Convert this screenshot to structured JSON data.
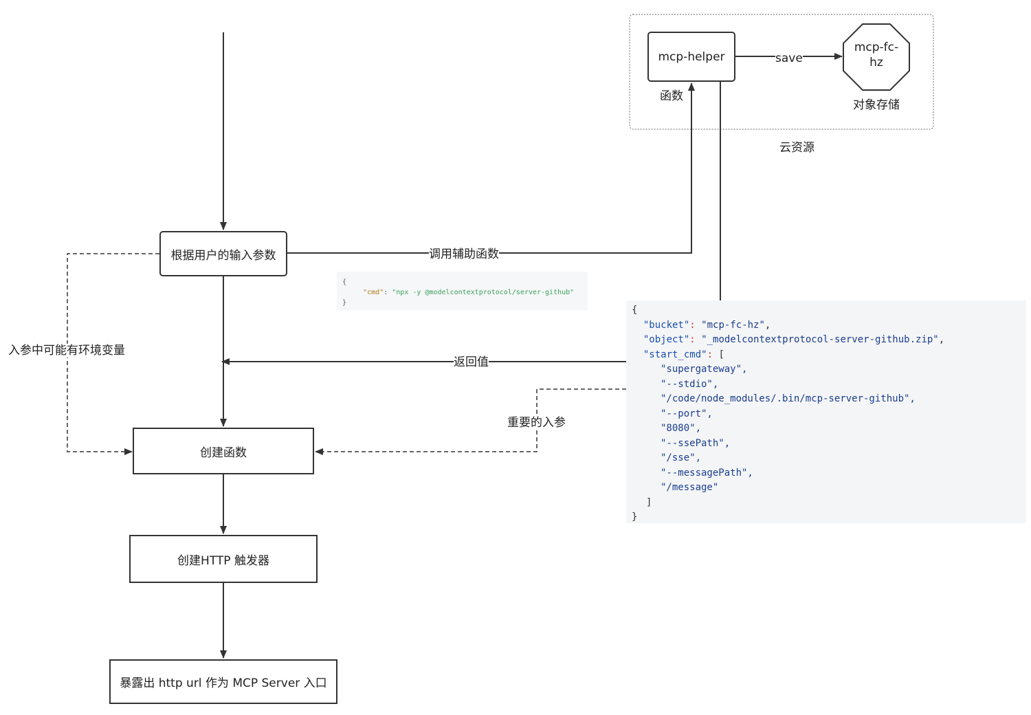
{
  "nodes": {
    "params": "根据用户的输入参数",
    "create_fn": "创建函数",
    "create_trigger": "创建HTTP 触发器",
    "expose": "暴露出 http url 作为 MCP Server 入口",
    "helper": "mcp-helper",
    "bucket_line1": "mcp-fc-",
    "bucket_line2": "hz"
  },
  "labels": {
    "save": "save",
    "function": "函数",
    "object_storage": "对象存储",
    "cloud_resource": "云资源",
    "call_helper": "调用辅助函数",
    "return_value": "返回值",
    "important_params": "重要的入参",
    "env_vars": "入参中可能有环境变量"
  },
  "code_small": {
    "open": "{",
    "key": "\"cmd\"",
    "colon": ": ",
    "value": "\"npx -y @modelcontextprotocol/server-github\"",
    "close": "}"
  },
  "code_big": {
    "open": "{",
    "bucket_key": "\"bucket\"",
    "bucket_val": "\"mcp-fc-hz\"",
    "object_key": "\"object\"",
    "object_val": "\"_modelcontextprotocol-server-github.zip\"",
    "start_key": "\"start_cmd\"",
    "items": [
      "\"supergateway\",",
      "\"--stdio\",",
      "\"/code/node_modules/.bin/mcp-server-github\",",
      "\"--port\",",
      "\"8080\",",
      "\"--ssePath\",",
      "\"/sse\",",
      "\"--messagePath\",",
      "\"/message\""
    ],
    "bracket_close": "]",
    "close": "}"
  },
  "colors": {
    "stroke": "#333333",
    "code_bg": "#f4f5f6",
    "code_key": "#1a4fb0",
    "punct": "#d03030"
  }
}
